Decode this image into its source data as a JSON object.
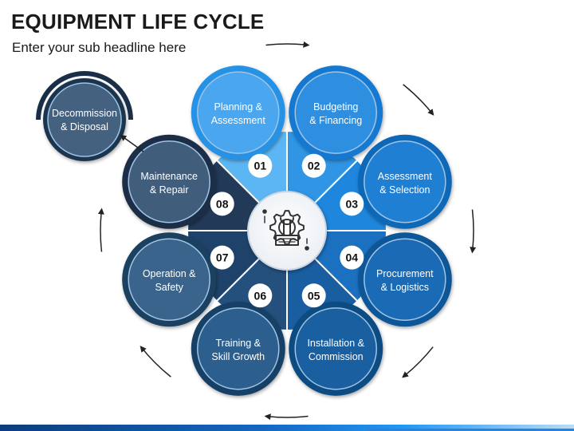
{
  "header": {
    "title": "EQUIPMENT LIFE CYCLE",
    "subtitle": "Enter your sub headline here"
  },
  "stages": [
    {
      "number": "01",
      "line1": "Planning &",
      "line2": "Assessment",
      "fill": "#49a6ef",
      "ring": "#2592e6"
    },
    {
      "number": "02",
      "line1": "Budgeting",
      "line2": "& Financing",
      "fill": "#2e8fe0",
      "ring": "#1479d1"
    },
    {
      "number": "03",
      "line1": "Assessment",
      "line2": "& Selection",
      "fill": "#1f7fd3",
      "ring": "#0f68b8"
    },
    {
      "number": "04",
      "line1": "Procurement",
      "line2": "& Logistics",
      "fill": "#1a6ab5",
      "ring": "#0e5698"
    },
    {
      "number": "05",
      "line1": "Installation &",
      "line2": "Commission",
      "fill": "#1a5f9f",
      "ring": "#0d4b83"
    },
    {
      "number": "06",
      "line1": "Training &",
      "line2": "Skill Growth",
      "fill": "#2d5f8e",
      "ring": "#163f66"
    },
    {
      "number": "07",
      "line1": "Operation &",
      "line2": "Safety",
      "fill": "#3a648c",
      "ring": "#1d3f60"
    },
    {
      "number": "08",
      "line1": "Maintenance",
      "line2": "& Repair",
      "fill": "#405d7c",
      "ring": "#1a2f47"
    }
  ],
  "final_stage": {
    "line1": "Decommission",
    "line2": "& Disposal",
    "fill": "#44627f",
    "ring": "#1e3550"
  },
  "center_icon": "wrench-gear-icon",
  "colors": {
    "wedge_light": "#5cb3f2",
    "wedge_dark": "#1f4a78",
    "arrow": "#222222",
    "text": "#ffffff",
    "badge_text": "#111111"
  }
}
